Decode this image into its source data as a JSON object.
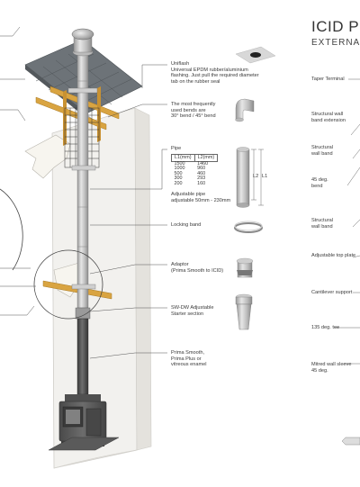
{
  "title": "ICID PL",
  "subtitle": "EXTERNAL",
  "left_labels": [
    {
      "lines": [
        "Uniflash",
        "Universal EPDM rubber/aluminium",
        "flashing. Just pull the required diameter",
        "tab on the rubber seal"
      ]
    },
    {
      "lines": [
        "The most frequently",
        "used bends are",
        "30° bend / 45° bend"
      ]
    },
    {
      "lines": [
        "Pipe"
      ]
    },
    {
      "lines": [
        "Adjustable pipe",
        "adjustable 50mm - 230mm"
      ]
    },
    {
      "lines": [
        "Locking band"
      ]
    },
    {
      "lines": [
        "Adaptor",
        "(Prima Smooth to ICID)"
      ]
    },
    {
      "lines": [
        "SW-DW Adjustable",
        "Starter section"
      ]
    },
    {
      "lines": [
        "Prima Smooth,",
        "Prima Plus or",
        "vitreous enamel"
      ]
    }
  ],
  "pipe_table": {
    "headers": [
      "L1(mm)",
      "L2(mm)"
    ],
    "rows": [
      [
        "1500",
        "1460"
      ],
      [
        "1000",
        "960"
      ],
      [
        "500",
        "460"
      ],
      [
        "300",
        "293"
      ],
      [
        "200",
        "160"
      ]
    ],
    "dim_labels": [
      "L2",
      "L1"
    ]
  },
  "right_labels": [
    {
      "lines": [
        "Taper Terminal"
      ]
    },
    {
      "lines": [
        "Structural wall",
        "band extension"
      ]
    },
    {
      "lines": [
        "Structural",
        "wall band"
      ]
    },
    {
      "lines": [
        "45 deg.",
        "bend"
      ]
    },
    {
      "lines": [
        "Structural",
        "wall band"
      ]
    },
    {
      "lines": [
        "Adjustable top plate"
      ]
    },
    {
      "lines": [
        "Cantilever support"
      ]
    },
    {
      "lines": [
        "135 deg. tee"
      ]
    },
    {
      "lines": [
        "Mitred wall sleeve",
        "45 deg."
      ]
    }
  ],
  "colors": {
    "wall": "#f2f1ee",
    "wall_edge": "#cfcdc8",
    "roof_tile": "#6d7378",
    "timber": "#d9a441",
    "pipe_light": "#d9d9d9",
    "pipe_dark": "#8a8a8a",
    "stove": "#5a5a5a",
    "leader": "#555555"
  }
}
